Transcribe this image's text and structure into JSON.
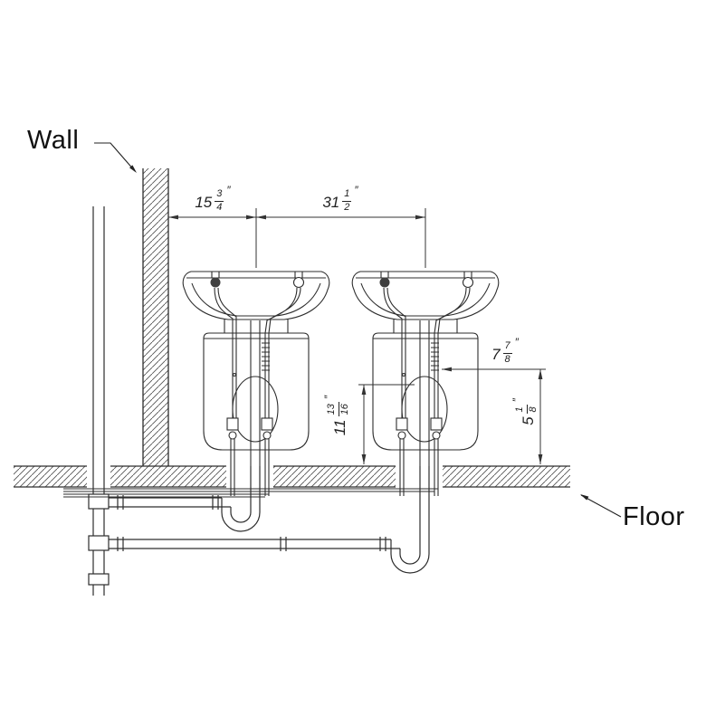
{
  "labels": {
    "wall": "Wall",
    "floor": "Floor"
  },
  "dimensions": {
    "wall_to_sink": {
      "whole": "15",
      "numerator": "3",
      "denominator": "4",
      "unit": "″"
    },
    "sink_spacing": {
      "whole": "31",
      "numerator": "1",
      "denominator": "2",
      "unit": "″"
    },
    "supply_height": {
      "whole": "7",
      "numerator": "7",
      "denominator": "8",
      "unit": "″"
    },
    "trap_height": {
      "whole": "11",
      "numerator": "13",
      "denominator": "16",
      "unit": "″"
    },
    "drain_height": {
      "whole": "5",
      "numerator": "1",
      "denominator": "8",
      "unit": "″"
    }
  }
}
